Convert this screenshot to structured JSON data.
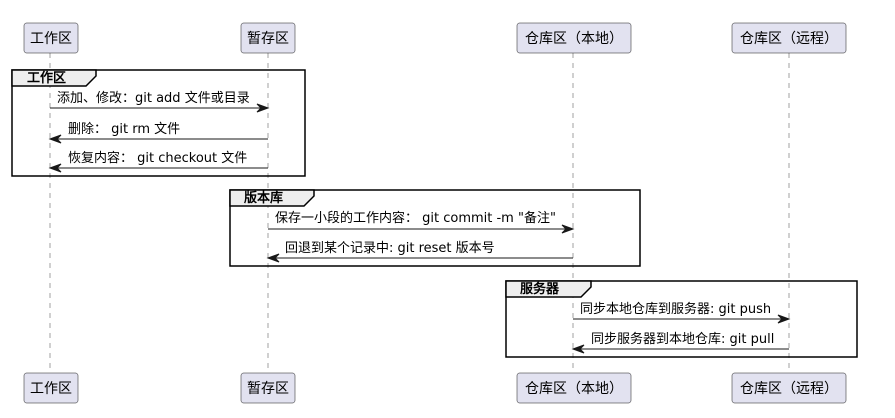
{
  "participants": [
    {
      "id": "workspace",
      "label": "工作区"
    },
    {
      "id": "staging",
      "label": "暂存区"
    },
    {
      "id": "local_repo",
      "label": "仓库区（本地）"
    },
    {
      "id": "remote_repo",
      "label": "仓库区（远程）"
    }
  ],
  "groups": [
    {
      "title": "工作区",
      "messages": [
        {
          "from": "workspace",
          "to": "staging",
          "text": "添加、修改：git add 文件或目录"
        },
        {
          "from": "staging",
          "to": "workspace",
          "text": "删除： git rm 文件"
        },
        {
          "from": "staging",
          "to": "workspace",
          "text": "恢复内容： git checkout 文件"
        }
      ]
    },
    {
      "title": "版本库",
      "messages": [
        {
          "from": "staging",
          "to": "local_repo",
          "text": "保存一小段的工作内容： git commit -m \"备注\""
        },
        {
          "from": "local_repo",
          "to": "staging",
          "text": "回退到某个记录中: git reset 版本号"
        }
      ]
    },
    {
      "title": "服务器",
      "messages": [
        {
          "from": "local_repo",
          "to": "remote_repo",
          "text": "同步本地仓库到服务器: git push"
        },
        {
          "from": "remote_repo",
          "to": "local_repo",
          "text": "同步服务器到本地仓库: git pull"
        }
      ]
    }
  ]
}
